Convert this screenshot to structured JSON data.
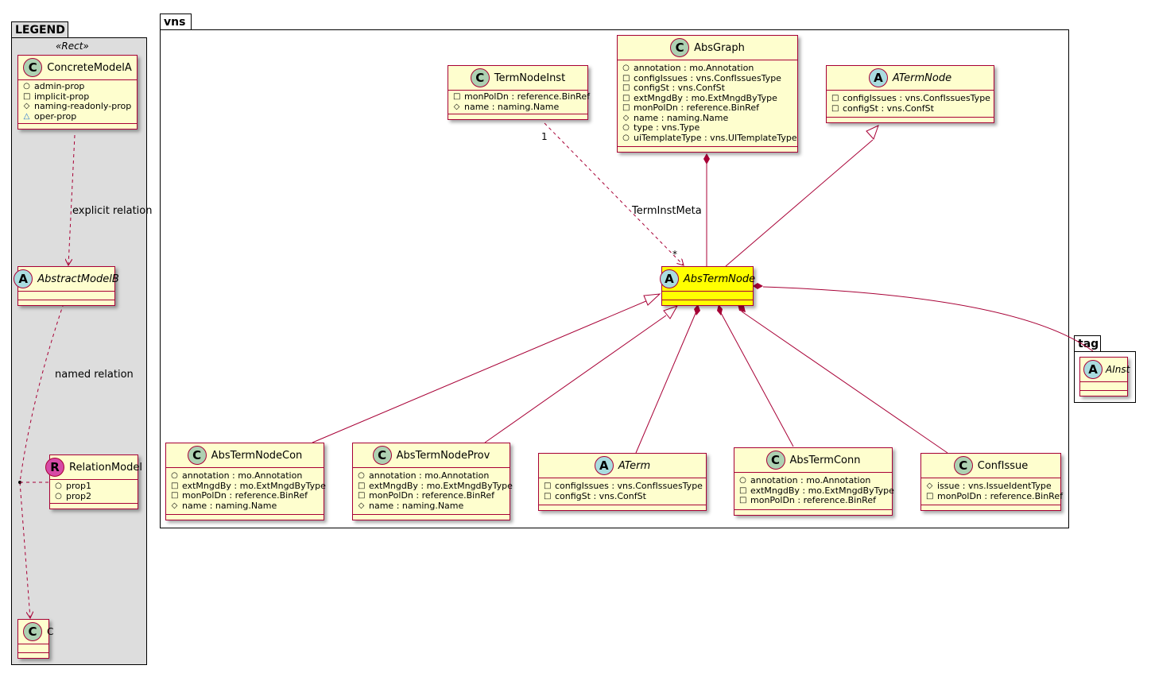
{
  "legend": {
    "title": "LEGEND",
    "stereotype": "«Rect»",
    "concrete_model": {
      "name": "ConcreteModelA",
      "attrs": [
        {
          "vis": "○",
          "text": "admin-prop"
        },
        {
          "vis": "□",
          "text": "implicit-prop"
        },
        {
          "vis": "◇",
          "text": "naming-readonly-prop"
        },
        {
          "vis": "△",
          "text": "oper-prop"
        }
      ]
    },
    "abstract_model": {
      "name": "AbstractModelB"
    },
    "relation_model": {
      "name": "RelationModel",
      "attrs": [
        {
          "vis": "○",
          "text": "prop1"
        },
        {
          "vis": "○",
          "text": "prop2"
        }
      ]
    },
    "c_model": {
      "name": "C"
    },
    "explicit_relation": "explicit relation",
    "named_relation": "named relation"
  },
  "vns": {
    "title": "vns",
    "term_node_inst": {
      "name": "TermNodeInst",
      "attrs": [
        {
          "vis": "□",
          "text": "monPolDn : reference.BinRef"
        },
        {
          "vis": "◇",
          "text": "name : naming.Name"
        }
      ]
    },
    "abs_graph": {
      "name": "AbsGraph",
      "attrs": [
        {
          "vis": "○",
          "text": "annotation : mo.Annotation"
        },
        {
          "vis": "□",
          "text": "configIssues : vns.ConfIssuesType"
        },
        {
          "vis": "□",
          "text": "configSt : vns.ConfSt"
        },
        {
          "vis": "□",
          "text": "extMngdBy : mo.ExtMngdByType"
        },
        {
          "vis": "□",
          "text": "monPolDn : reference.BinRef"
        },
        {
          "vis": "◇",
          "text": "name : naming.Name"
        },
        {
          "vis": "○",
          "text": "type : vns.Type"
        },
        {
          "vis": "○",
          "text": "uiTemplateType : vns.UITemplateType"
        }
      ]
    },
    "a_term_node": {
      "name": "ATermNode",
      "attrs": [
        {
          "vis": "□",
          "text": "configIssues : vns.ConfIssuesType"
        },
        {
          "vis": "□",
          "text": "configSt : vns.ConfSt"
        }
      ]
    },
    "abs_term_node": {
      "name": "AbsTermNode"
    },
    "term_inst_meta": "TermInstMeta",
    "mult_one": "1",
    "mult_many": "*",
    "abs_term_node_con": {
      "name": "AbsTermNodeCon",
      "attrs": [
        {
          "vis": "○",
          "text": "annotation : mo.Annotation"
        },
        {
          "vis": "□",
          "text": "extMngdBy : mo.ExtMngdByType"
        },
        {
          "vis": "□",
          "text": "monPolDn : reference.BinRef"
        },
        {
          "vis": "◇",
          "text": "name : naming.Name"
        }
      ]
    },
    "abs_term_node_prov": {
      "name": "AbsTermNodeProv",
      "attrs": [
        {
          "vis": "○",
          "text": "annotation : mo.Annotation"
        },
        {
          "vis": "□",
          "text": "extMngdBy : mo.ExtMngdByType"
        },
        {
          "vis": "□",
          "text": "monPolDn : reference.BinRef"
        },
        {
          "vis": "◇",
          "text": "name : naming.Name"
        }
      ]
    },
    "a_term": {
      "name": "ATerm",
      "attrs": [
        {
          "vis": "□",
          "text": "configIssues : vns.ConfIssuesType"
        },
        {
          "vis": "□",
          "text": "configSt : vns.ConfSt"
        }
      ]
    },
    "abs_term_conn": {
      "name": "AbsTermConn",
      "attrs": [
        {
          "vis": "○",
          "text": "annotation : mo.Annotation"
        },
        {
          "vis": "□",
          "text": "extMngdBy : mo.ExtMngdByType"
        },
        {
          "vis": "□",
          "text": "monPolDn : reference.BinRef"
        }
      ]
    },
    "conf_issue": {
      "name": "ConfIssue",
      "attrs": [
        {
          "vis": "◇",
          "text": "issue : vns.IssueIdentType"
        },
        {
          "vis": "□",
          "text": "monPolDn : reference.BinRef"
        }
      ]
    }
  },
  "tag": {
    "title": "tag",
    "a_inst": {
      "name": "AInst"
    }
  },
  "colors": {
    "class_fill": "#fefece",
    "class_border": "#a80036",
    "highlight_fill": "#ffff00",
    "legend_fill": "#dddddd",
    "circle_c": "#add1b2",
    "circle_a": "#a9dcdf",
    "circle_r": "#d64aa6"
  },
  "icons": {
    "concrete": "C",
    "abstract": "A",
    "relation": "R"
  }
}
